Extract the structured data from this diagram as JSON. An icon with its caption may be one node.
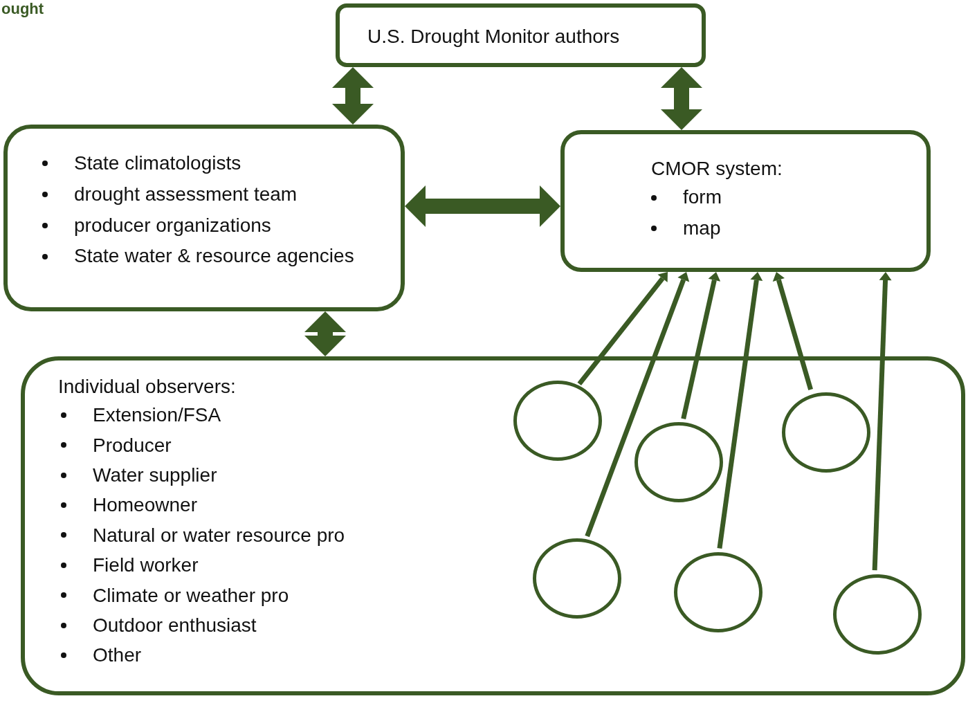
{
  "diagram": {
    "nodes": [
      {
        "text": [
          "U.S. Drought Monitor authors"
        ]
      },
      {
        "text": [
          "State climatologists",
          "drought assessment team",
          "producer organizations",
          "State water & resource agencies"
        ]
      },
      {
        "text": [
          "CMOR system:",
          "form",
          "map"
        ]
      },
      {
        "text": [
          "Individual observers:",
          "Extension/FSA",
          "Producer",
          "Water supplier",
          "Homeowner",
          "Natural or water resource pro",
          "Field worker",
          "Climate or weather pro",
          "Outdoor enthusiast",
          "Other"
        ]
      },
      {
        "text": [],
        "shape": "circle",
        "in": 3
      },
      {
        "text": [],
        "shape": "circle",
        "in": 3
      },
      {
        "text": [],
        "shape": "circle",
        "in": 3
      },
      {
        "text": [],
        "shape": "circle",
        "in": 3
      },
      {
        "text": [],
        "shape": "circle",
        "in": 3
      },
      {
        "text": [],
        "shape": "circle",
        "in": 3
      }
    ],
    "edges": [
      {
        "from": 0,
        "to": 1,
        "arrow": "both",
        "style": "thick"
      },
      {
        "from": 0,
        "to": 2,
        "arrow": "both",
        "style": "thick"
      },
      {
        "from": 1,
        "to": 2,
        "arrow": "both",
        "style": "thick"
      },
      {
        "from": 1,
        "to": 3,
        "arrow": "both",
        "style": "thick"
      },
      {
        "from": 4,
        "to": 2,
        "arrow": "to"
      },
      {
        "from": 7,
        "to": 2,
        "arrow": "to"
      },
      {
        "from": 5,
        "to": 2,
        "arrow": "to"
      },
      {
        "from": 8,
        "to": 2,
        "arrow": "to"
      },
      {
        "from": 6,
        "to": 2,
        "arrow": "to"
      },
      {
        "from": 9,
        "to": 2,
        "arrow": "to"
      }
    ],
    "labels": [
      "ought"
    ]
  }
}
